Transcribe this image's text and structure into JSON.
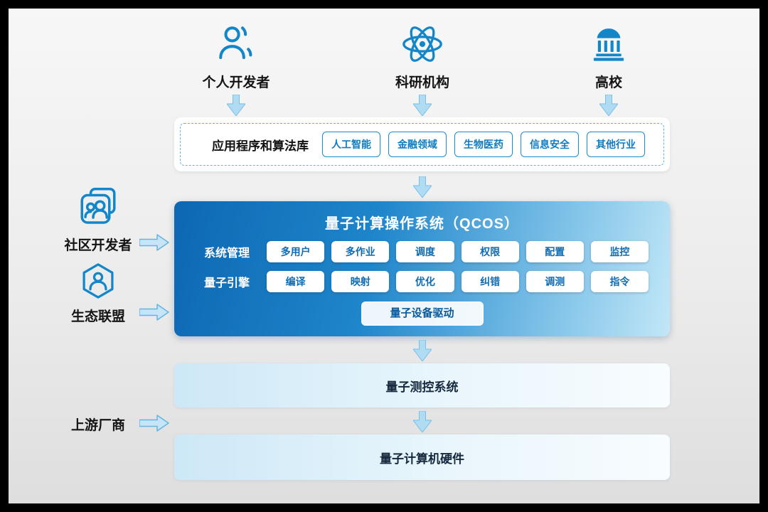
{
  "colors": {
    "accent_blue": "#1286C9",
    "deep_blue": "#0D67B2",
    "arrow_fill": "#AFDCF3",
    "pale_panel": "#CDE8F7",
    "frame": "#000000"
  },
  "top_actors": [
    {
      "label": "个人开发者",
      "icon": "person-icon"
    },
    {
      "label": "科研机构",
      "icon": "atom-icon"
    },
    {
      "label": "高校",
      "icon": "university-icon"
    }
  ],
  "app_layer": {
    "title": "应用程序和算法库",
    "chips": [
      "人工智能",
      "金融领域",
      "生物医药",
      "信息安全",
      "其他行业"
    ]
  },
  "qcos": {
    "title": "量子计算操作系统（QCOS）",
    "rows": [
      {
        "label": "系统管理",
        "chips": [
          "多用户",
          "多作业",
          "调度",
          "权限",
          "配置",
          "监控"
        ]
      },
      {
        "label": "量子引擎",
        "chips": [
          "编译",
          "映射",
          "优化",
          "纠错",
          "调测",
          "指令"
        ]
      }
    ],
    "driver": "量子设备驱动"
  },
  "lower_layers": [
    {
      "label": "量子测控系统"
    },
    {
      "label": "量子计算机硬件"
    }
  ],
  "left_actors": [
    {
      "label": "社区开发者",
      "icon": "community-icon"
    },
    {
      "label": "生态联盟",
      "icon": "alliance-icon"
    },
    {
      "label": "上游厂商",
      "icon": null
    }
  ]
}
